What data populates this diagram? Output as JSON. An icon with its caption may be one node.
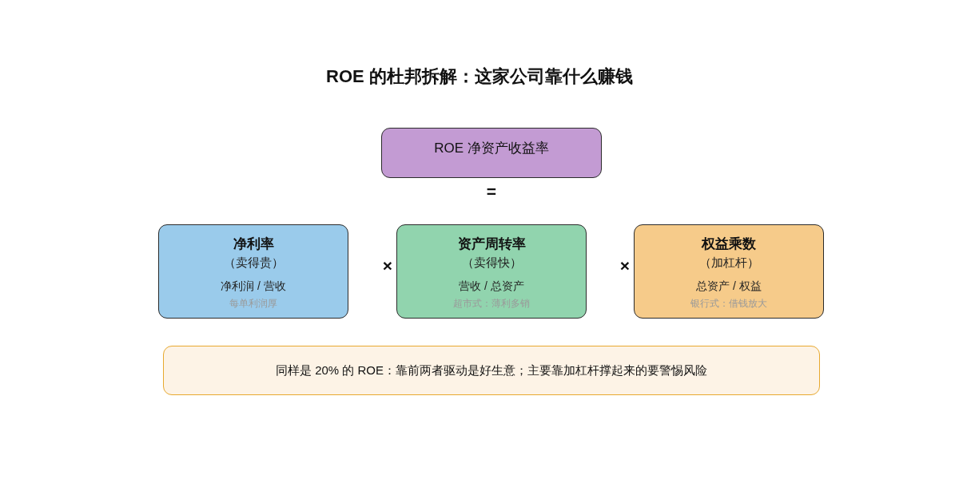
{
  "diagram": {
    "title": "ROE 的杜邦拆解：这家公司靠什么赚钱",
    "nodes": [
      {
        "text": [
          "ROE 净资产收益率"
        ]
      },
      {
        "text": [
          "净利率",
          "（卖得贵）",
          "净利润 / 营收",
          "每单利润厚"
        ]
      },
      {
        "text": [
          "资产周转率",
          "（卖得快）",
          "营收 / 总资产",
          "超市式：薄利多销"
        ]
      },
      {
        "text": [
          "权益乘数",
          "（加杠杆）",
          "总资产 / 权益",
          "银行式：借钱放大"
        ]
      },
      {
        "text": [
          "同样是 20% 的 ROE：靠前两者驱动是好生意；主要靠加杠杆撑起来的要警惕风险"
        ]
      }
    ],
    "labels": [
      "=",
      "×",
      "×"
    ]
  }
}
